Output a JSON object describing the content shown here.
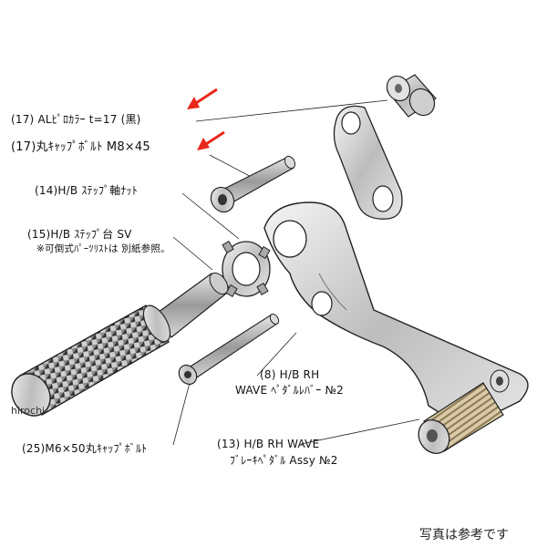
{
  "labels": {
    "l17a": "(17) ALﾋﾟﾛｶﾗｰ t=17 (黒)",
    "l17b": "(17)丸ｷｬｯﾌﾟﾎﾞﾙﾄ M8×45",
    "l14": "(14)H/B ｽﾃｯﾌﾟ軸ﾅｯﾄ",
    "l15a": "(15)H/B ｽﾃｯﾌﾟ台 SV",
    "l15b": "※可倒式ﾊﾟｰﾂﾘｽﾄは 別紙参照。",
    "l8a": "(8) H/B RH",
    "l8b": "WAVE ﾍﾟﾀﾞﾙﾚﾊﾞｰ №2",
    "l13a": "(13) H/B RH WAVE",
    "l13b": "ﾌﾞﾚｰｷﾍﾟﾀﾞﾙ Assy №2",
    "l25": "(25)M6×50丸ｷｬｯﾌﾟﾎﾞﾙﾄ"
  },
  "watermark": "hirochi",
  "note": "写真は参考です",
  "colors": {
    "arrow": "#e8281c",
    "line": "#222222"
  }
}
